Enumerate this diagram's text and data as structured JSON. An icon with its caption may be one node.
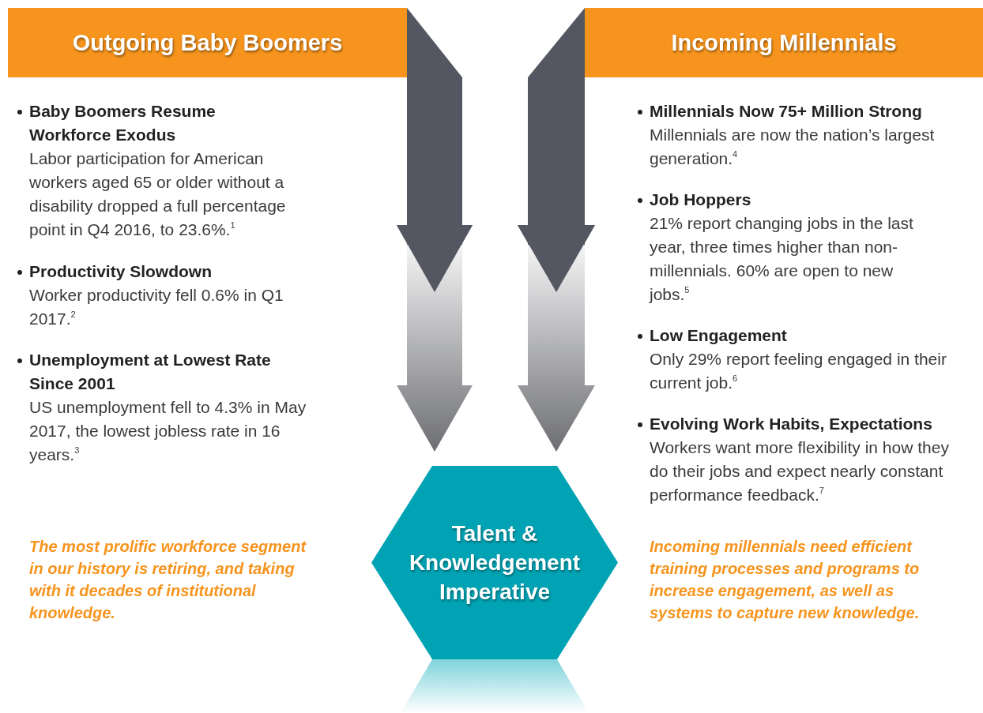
{
  "diagram": {
    "nodes": [
      {
        "text": [
          "Outgoing Baby Boomers"
        ]
      },
      {
        "text": [
          "Incoming Millennials"
        ]
      },
      {
        "text": [
          "Talent & Knowledgement Imperative"
        ]
      },
      {
        "text": [],
        "shape": "reflection"
      }
    ],
    "edges": [
      {
        "from": 0,
        "to": 2,
        "arrow": "to",
        "style": "thick"
      },
      {
        "from": 1,
        "to": 2,
        "arrow": "to",
        "style": "thick"
      }
    ],
    "labels": [
      "Baby Boomers Resume Workforce Exodus",
      "Labor participation for American workers aged 65 or older without a disability dropped a full percentage point in Q4 2016, to 23.6%.$^{1}$",
      "Productivity Slowdown",
      "Worker productivity fell 0.6% in Q1 2017.$^{2}$",
      "Unemployment at Lowest Rate Since 2001",
      "US unemployment fell to 4.3% in May 2017, the lowest jobless rate in 16 years.$^{3}$",
      "The most prolific workforce segment in our history is retiring, and taking with it decades of institutional knowledge.",
      "Millennials Now 75+ Million Strong",
      "Millennials are now the nation’s largest generation.$^{4}$",
      "Job Hoppers",
      "21% report changing jobs in the last year, three times higher than non-millennials. 60% are open to new jobs.$^{5}$",
      "Low Engagement",
      "Only 29% report feeling engaged in their current job.$^{6}$",
      "Evolving Work Habits, Expectations",
      "Workers want more flexibility in how they do their jobs and expect nearly constant performance feedback.$^{7}$",
      "Incoming millennials need efficient training processes and programs to increase engagement, as well as systems to capture new knowledge."
    ]
  }
}
